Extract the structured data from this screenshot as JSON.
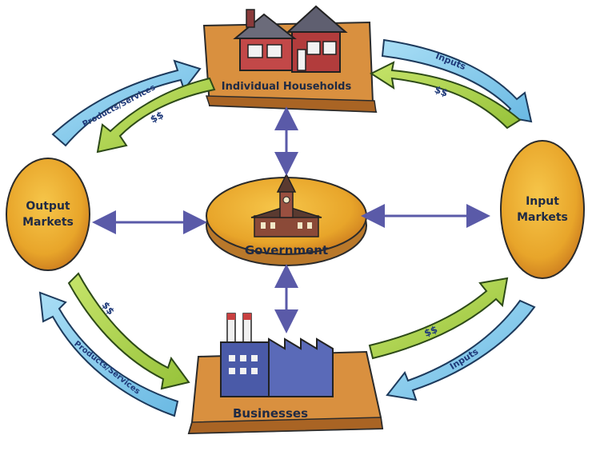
{
  "nodes": {
    "households": "Individual Households",
    "output_markets_line1": "Output",
    "output_markets_line2": "Markets",
    "input_markets_line1": "Input",
    "input_markets_line2": "Markets",
    "government": "Government",
    "businesses": "Businesses"
  },
  "flows": {
    "top_left_products": "Products/Services",
    "top_left_money": "$$",
    "top_right_inputs": "Inputs",
    "top_right_money": "$$",
    "bottom_left_money": "$$",
    "bottom_left_products": "Products/Services",
    "bottom_right_money": "$$",
    "bottom_right_inputs": "Inputs"
  },
  "colors": {
    "blue_arrow": "#8fd0ee",
    "green_arrow": "#b5d94a",
    "coin": "#e8a52a",
    "platform": "#d9903f",
    "connector": "#5a5aa8"
  }
}
